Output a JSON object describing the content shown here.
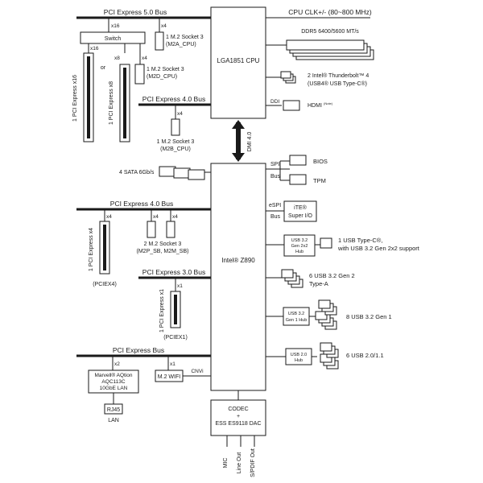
{
  "cpu": {
    "label": "LGA1851 CPU",
    "dmi": "DMI 4.0",
    "clk": "CPU CLK+/- (80~800 MHz)",
    "ddr5": "DDR5 6400/5600 MT/s",
    "tb_1": "2 Intel® Thunderbolt™ 4",
    "tb_2": "(USB4® USB Type-C®)",
    "ddi": "DDI",
    "hdmi": "HDMI",
    "hdmi_note": "(Note)"
  },
  "pcie5": {
    "bus": "PCI Express 5.0 Bus",
    "x16": "x16",
    "x8": "x8",
    "x4": "x4",
    "switch": "Switch",
    "or": "or",
    "slot1": "1 PCI Express x16",
    "slot2": "1 PCI Express x8",
    "m2a_1": "1 M.2 Socket 3",
    "m2a_2": "(M2A_CPU)",
    "m2d_1": "1 M.2 Socket 3",
    "m2d_2": "(M2D_CPU)"
  },
  "pcie4cpu": {
    "bus": "PCI Express 4.0 Bus",
    "x4": "x4",
    "m2b_1": "1 M.2 Socket 3",
    "m2b_2": "(M2B_CPU)"
  },
  "chipset": {
    "label": "Intel® Z890",
    "sata": "4 SATA 6Gb/s",
    "spi": "SPI",
    "bus": "Bus",
    "bios": "BIOS",
    "tpm": "TPM",
    "espi": "eSPI",
    "ite_1": "iTE®",
    "ite_2": "Super I/O",
    "h22_1": "USB 3.2",
    "h22_2": "Gen 2x2",
    "h22_3": "Hub",
    "typec_1": "1 USB Type-C®,",
    "typec_2": "with USB 3.2 Gen 2x2 support",
    "g2_1": "6 USB 3.2 Gen 2",
    "g2_2": "Type-A",
    "h1_1": "USB 3.2",
    "h1_2": "Gen 1 Hub",
    "g1": "8 USB 3.2 Gen 1",
    "h2_1": "USB 2.0",
    "h2_2": "Hub",
    "usb2": "6 USB 2.0/1.1"
  },
  "pcie4pch": {
    "bus": "PCI Express 4.0 Bus",
    "x4": "x4",
    "slot": "1 PCI Express x4",
    "name": "(PCIEX4)",
    "m2_1": "2 M.2 Socket 3",
    "m2_2": "(M2P_SB, M2M_SB)"
  },
  "pcie3": {
    "bus": "PCI Express 3.0 Bus",
    "x1": "x1",
    "slot": "1 PCI Express x1",
    "name": "(PCIEX1)"
  },
  "pcie": {
    "bus": "PCI Express Bus",
    "x2": "x2",
    "x1": "x1",
    "lan_1": "Marvell® AQtion",
    "lan_2": "AQC113C",
    "lan_3": "10GbE LAN",
    "rj45": "RJ45",
    "lan": "LAN",
    "wifi": "M.2 WIFI",
    "cnvi": "CNVi"
  },
  "codec": {
    "l1": "CODEC",
    "l2": "+",
    "l3": "ESS ES9118 DAC",
    "mic": "MIC",
    "lineout": "Line Out",
    "spdif": "S/PDIF Out"
  }
}
